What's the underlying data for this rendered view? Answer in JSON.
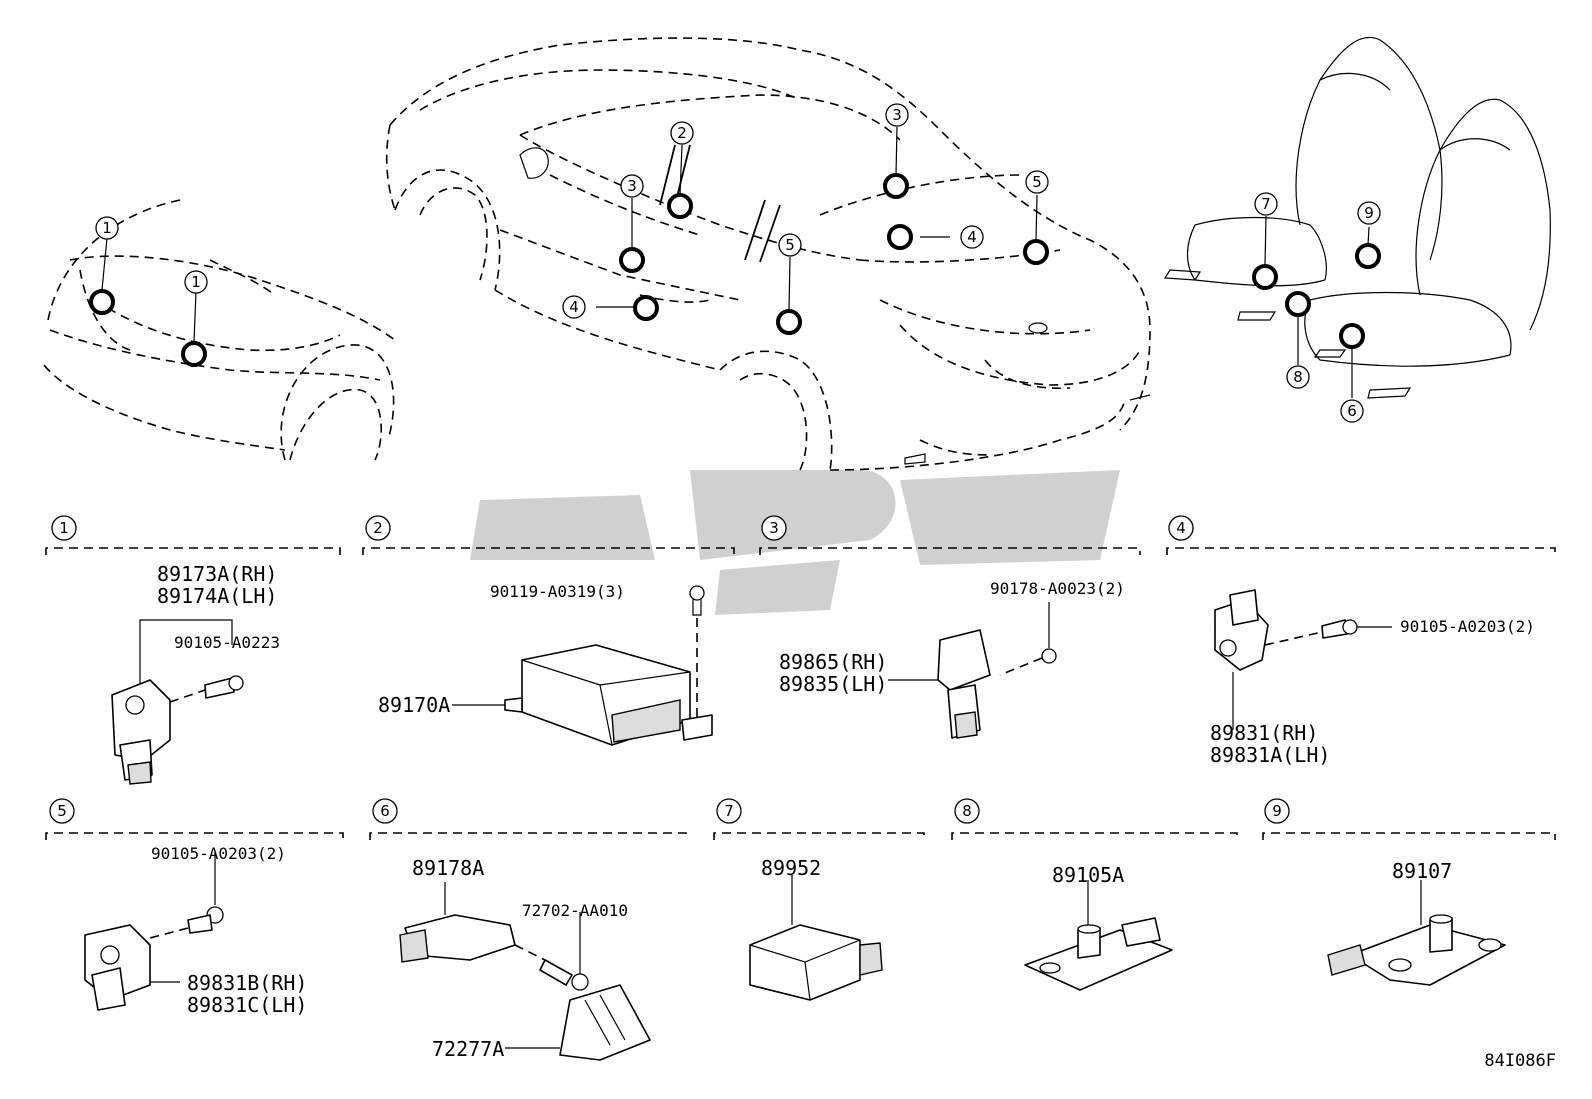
{
  "diagram_code": "84I086F",
  "watermark_text": "یدکی",
  "overview": {
    "front_callouts": [
      "1",
      "1"
    ],
    "car_callouts": [
      "2",
      "3",
      "3",
      "4",
      "4",
      "5",
      "5"
    ],
    "seat_callouts": [
      "7",
      "8",
      "9",
      "6"
    ]
  },
  "sections": [
    {
      "id": "1",
      "parts": {
        "sensor_lines": [
          "89173A(RH)",
          "89174A(LH)"
        ],
        "bolt": "90105-A0223"
      }
    },
    {
      "id": "2",
      "parts": {
        "bolt": "90119-A0319(3)",
        "module": "89170A"
      }
    },
    {
      "id": "3",
      "parts": {
        "nut": "90178-A0023(2)",
        "sensor_lines": [
          "89865(RH)",
          "89835(LH)"
        ]
      }
    },
    {
      "id": "4",
      "parts": {
        "bolt": "90105-A0203(2)",
        "sensor_lines": [
          "89831(RH)",
          "89831A(LH)"
        ]
      }
    },
    {
      "id": "5",
      "parts": {
        "bolt": "90105-A0203(2)",
        "sensor_lines": [
          "89831B(RH)",
          "89831C(LH)"
        ]
      }
    },
    {
      "id": "6",
      "parts": {
        "sensor": "89178A",
        "bolt": "72702-AA010",
        "bracket": "72277A"
      }
    },
    {
      "id": "7",
      "parts": {
        "sensor": "89952"
      }
    },
    {
      "id": "8",
      "parts": {
        "sensor": "89105A"
      }
    },
    {
      "id": "9",
      "parts": {
        "sensor": "89107"
      }
    }
  ]
}
